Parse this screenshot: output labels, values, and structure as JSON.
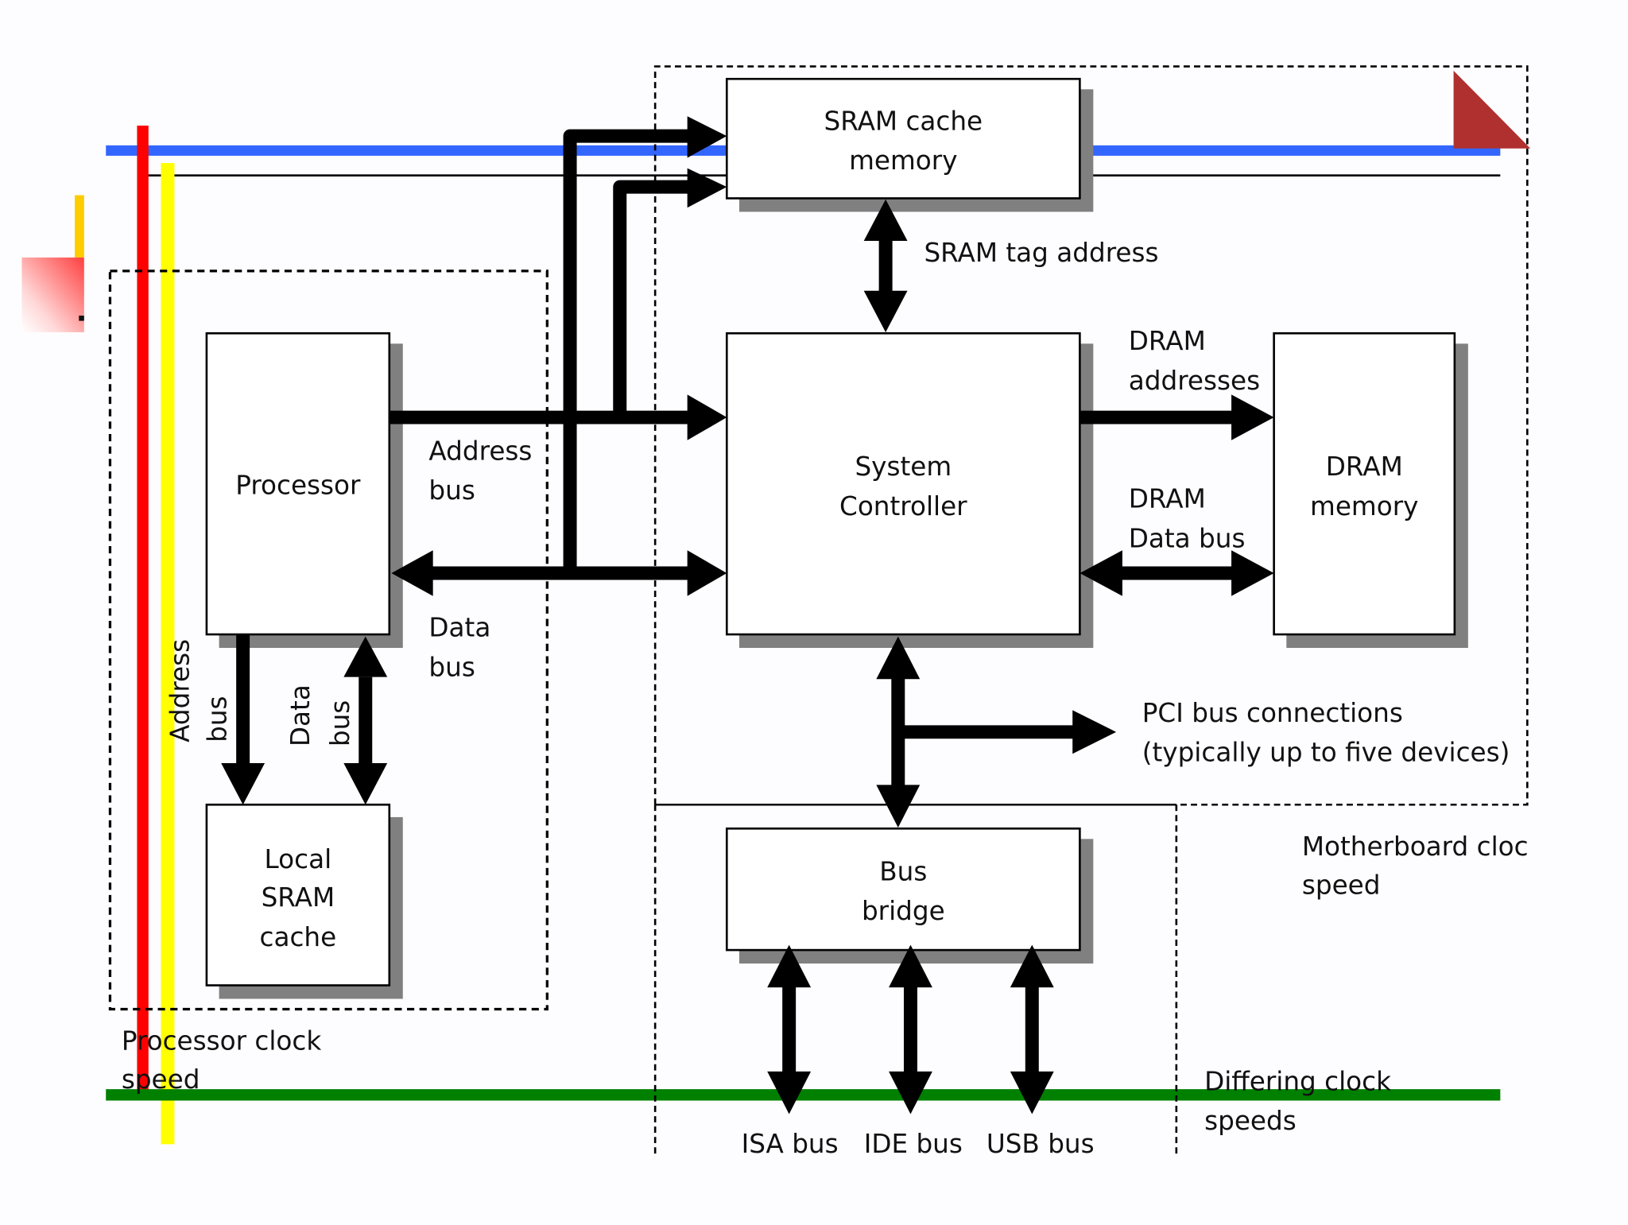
{
  "diagram": {
    "title": "PC system architecture with clock domains",
    "colors": {
      "blue_band": "#3366ff",
      "red_band": "#ff0000",
      "yellow_band": "#ffff00",
      "orange_band": "#ffcc00",
      "green_band": "#008000",
      "corner_triangle": "#b03030",
      "shadow": "#808080",
      "ink": "#000000"
    },
    "boxes": {
      "sram_cache": {
        "line1": "SRAM cache",
        "line2": "memory"
      },
      "processor": {
        "line1": "Processor"
      },
      "system_controller": {
        "line1": "System",
        "line2": "Controller"
      },
      "dram_memory": {
        "line1": "DRAM",
        "line2": "memory"
      },
      "local_sram": {
        "line1": "Local",
        "line2": "SRAM",
        "line3": "cache"
      },
      "bus_bridge": {
        "line1": "Bus",
        "line2": "bridge"
      }
    },
    "labels": {
      "sram_tag_address": "SRAM tag address",
      "address_bus_1": "Address",
      "address_bus_2": "bus",
      "data_bus_1": "Data",
      "data_bus_2": "bus",
      "dram_addresses_1": "DRAM",
      "dram_addresses_2": "addresses",
      "dram_data_bus_1": "DRAM",
      "dram_data_bus_2": "Data bus",
      "pci_1": "PCI bus connections",
      "pci_2": "(typically up to five devices)",
      "local_address_1": "Address",
      "local_address_2": "bus",
      "local_data_1": "Data",
      "local_data_2": "bus",
      "isa_bus": "ISA bus",
      "ide_bus": "IDE bus",
      "usb_bus": "USB bus",
      "motherboard_clock_1": "Motherboard cloc",
      "motherboard_clock_2": "speed",
      "processor_clock_1": "Processor clock",
      "processor_clock_2": "speed",
      "differing_clock_1": "Differing clock",
      "differing_clock_2": "speeds"
    }
  }
}
